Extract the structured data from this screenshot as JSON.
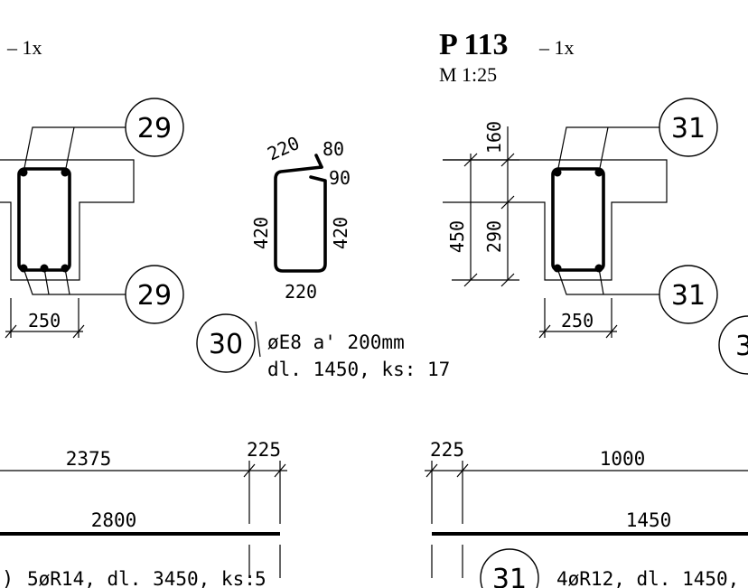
{
  "title_left": {
    "suffix": "– 1x"
  },
  "title_right": {
    "name": "P 113",
    "suffix": "– 1x",
    "scale": "M 1:25"
  },
  "marks": {
    "m29_top": "29",
    "m29_bot": "29",
    "m30": "30",
    "m31_top": "31",
    "m31_bot": "31",
    "m31_bar": "31",
    "m_clipped": "3"
  },
  "stirrup": {
    "dim_top": "220",
    "dim_hook1": "80",
    "dim_hook2": "90",
    "dim_left": "420",
    "dim_right": "420",
    "dim_bottom": "220",
    "spec_line1": "øE8  a' 200mm",
    "spec_line2": "dl. 1450, ks: 17"
  },
  "left_section": {
    "width_dim": "250"
  },
  "right_section": {
    "dim_160": "160",
    "dim_290": "290",
    "dim_450": "450",
    "width_dim": "250"
  },
  "left_bar": {
    "dim_2375": "2375",
    "dim_225": "225",
    "dim_2800": "2800",
    "spec_prefix": ")",
    "spec": "5øR14, dl. 3450, ks:",
    "spec_count": "5"
  },
  "right_bar": {
    "dim_225": "225",
    "dim_1000": "1000",
    "dim_1450": "1450",
    "spec": "4øR12, dl. 1450,"
  }
}
